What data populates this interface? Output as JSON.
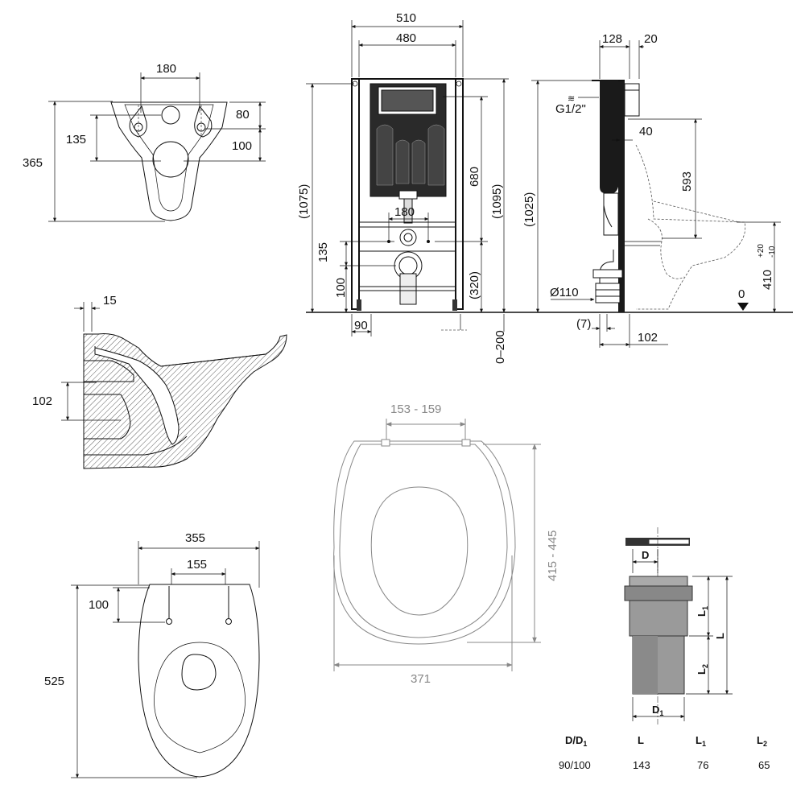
{
  "front_view": {
    "w180": "180",
    "h80": "80",
    "h135": "135",
    "h100": "100",
    "h365": "365"
  },
  "frame_front": {
    "w510": "510",
    "w480": "480",
    "h1075": "(1075)",
    "h680": "680",
    "h1095": "(1095)",
    "w180": "180",
    "h135": "135",
    "h100": "100",
    "h320": "(320)",
    "w90": "90",
    "adj": "0–200"
  },
  "frame_side": {
    "d128": "128",
    "d20": "20",
    "thread": "G1/2\"",
    "d40": "40",
    "h1025": "(1025)",
    "h593": "593",
    "pipe": "Ø110",
    "h410": "410",
    "tol_up": "+20",
    "tol_dn": "-10",
    "zero": "0",
    "d7": "(7)",
    "d102": "102"
  },
  "section": {
    "t15": "15",
    "h102": "102"
  },
  "seat": {
    "w153": "153 - 159",
    "h415": "415 - 445",
    "w371": "371"
  },
  "top_view": {
    "w355": "355",
    "w155": "155",
    "h100": "100",
    "h525": "525"
  },
  "pipe_detail": {
    "d": "D",
    "l1": "L",
    "l1sub": "1",
    "l": "L",
    "l2": "L",
    "l2sub": "2",
    "d1": "D",
    "d1sub": "1"
  },
  "table": {
    "headers": [
      "D/D",
      "L",
      "L",
      "L"
    ],
    "subs": [
      "1",
      "",
      "1",
      "2"
    ],
    "values": [
      "90/100",
      "143",
      "76",
      "65"
    ]
  }
}
